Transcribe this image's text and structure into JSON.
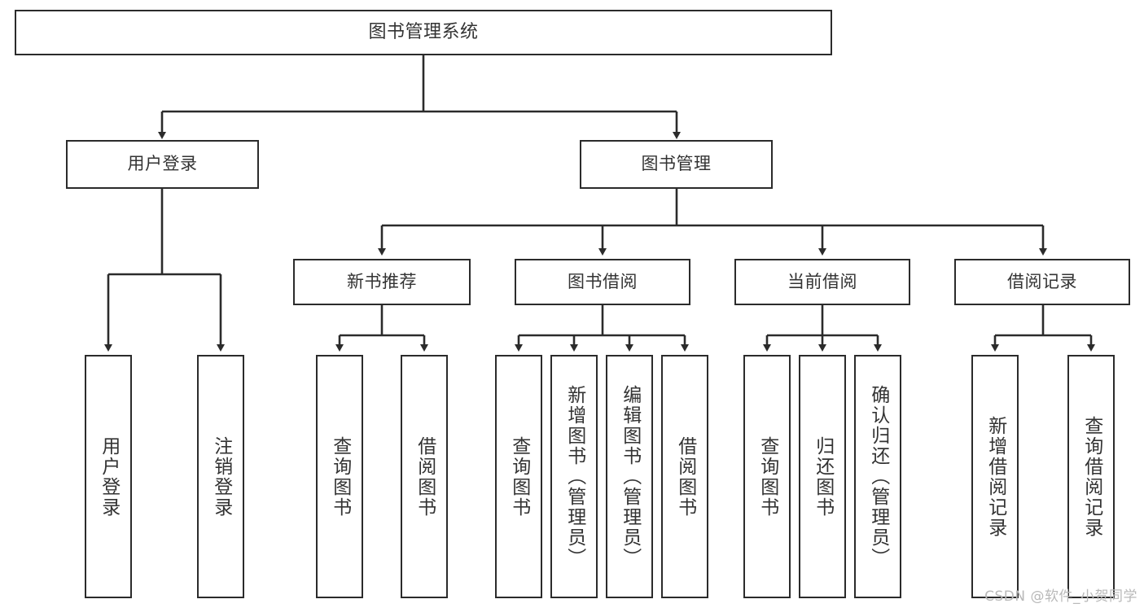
{
  "diagram": {
    "type": "tree",
    "title": "图书管理系统",
    "watermark": "CSDN @软件_小贺同学",
    "colors": {
      "line": "#2b2b2b",
      "box_border": "#2b2b2b",
      "box_fill": "#ffffff",
      "text": "#333333",
      "background": "#ffffff",
      "watermark": "#b9b9b9"
    },
    "nodes": {
      "root": {
        "label": "图书管理系统"
      },
      "level2": [
        {
          "label": "用户登录"
        },
        {
          "label": "图书管理"
        }
      ],
      "level3": [
        {
          "label": "新书推荐"
        },
        {
          "label": "图书借阅"
        },
        {
          "label": "当前借阅"
        },
        {
          "label": "借阅记录"
        }
      ],
      "leaves_user_login": [
        {
          "label": "用户登录"
        },
        {
          "label": "注销登录"
        }
      ],
      "leaves_new_book": [
        {
          "label": "查询图书"
        },
        {
          "label": "借阅图书"
        }
      ],
      "leaves_borrow": [
        {
          "label": "查询图书"
        },
        {
          "label": "新增图书（管理员）"
        },
        {
          "label": "编辑图书（管理员）"
        },
        {
          "label": "借阅图书"
        }
      ],
      "leaves_current": [
        {
          "label": "查询图书"
        },
        {
          "label": "归还图书"
        },
        {
          "label": "确认归还（管理员）"
        }
      ],
      "leaves_records": [
        {
          "label": "新增借阅记录"
        },
        {
          "label": "查询借阅记录"
        }
      ]
    }
  }
}
